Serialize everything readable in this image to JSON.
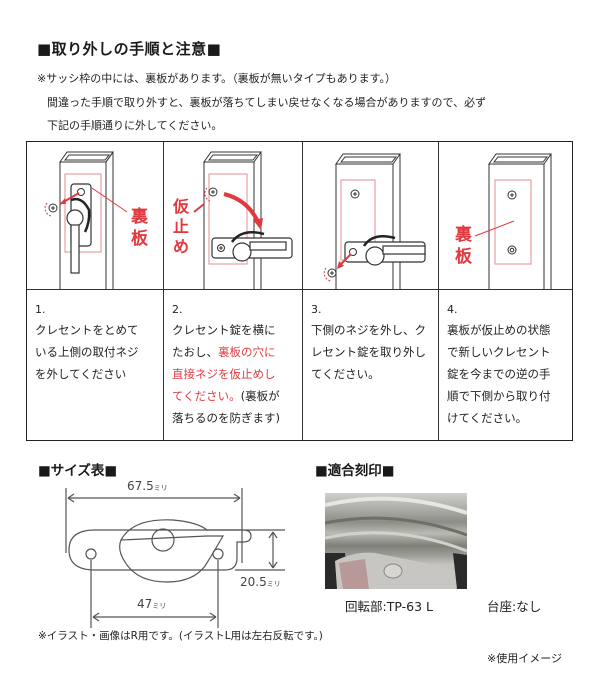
{
  "header": {
    "title": "■取り外しの手順と注意■",
    "note_line1": "※サッシ枠の中には、裏板があります。（裏板が無いタイプもあります。）",
    "note_line2": "間違った手順で取り外すと、裏板が落ちてしまい戻せなくなる場合がありますので、必ず",
    "note_line3": "下記の手順通りに外してください。"
  },
  "steps": [
    {
      "number": "1.",
      "illustration": "crescent-lock-upper-screw-removal",
      "illustration_label": "裏板",
      "lines": [
        "クレセントをとめて",
        "いる上側の取付ネジ",
        "を外してください"
      ]
    },
    {
      "number": "2.",
      "illustration": "crescent-lock-rotated-temporary-fix",
      "illustration_label": "仮止め",
      "line1": "クレセント錠を横に",
      "line2_plain": "たおし、",
      "line2_red": "裏板の穴に",
      "line3_red": "直接ネジを仮止めし",
      "line4_red": "てください。",
      "line4_plain": "(裏板が",
      "line5": "落ちるのを防ぎます)"
    },
    {
      "number": "3.",
      "illustration": "crescent-lock-lower-screw-removal",
      "lines": [
        "下側のネジを外し、ク",
        "レセント錠を取り外し",
        "てください。"
      ]
    },
    {
      "number": "4.",
      "illustration": "back-plate-temporarily-fixed",
      "illustration_label": "裏板",
      "lines": [
        "裏板が仮止めの状態",
        "で新しいクレセント",
        "錠を今までの逆の手",
        "順で下側から取り付",
        "けてください。"
      ]
    }
  ],
  "size_table": {
    "title": "■サイズ表■",
    "width_total": "67.5",
    "height": "20.5",
    "hole_pitch": "47",
    "unit": "ミリ"
  },
  "marking": {
    "title": "■適合刻印■",
    "photo": "crescent-rotation-part-closeup-photo",
    "rotation_part": "回転部:TP-63 L",
    "base": "台座:なし"
  },
  "footer": {
    "illustration_note": "※イラスト・画像はR用です。(イラストL用は左右反転です。)",
    "usage_note": "※使用イメージ"
  },
  "colors": {
    "accent_red": "#e03a40",
    "text": "#222222",
    "border": "#222222"
  }
}
